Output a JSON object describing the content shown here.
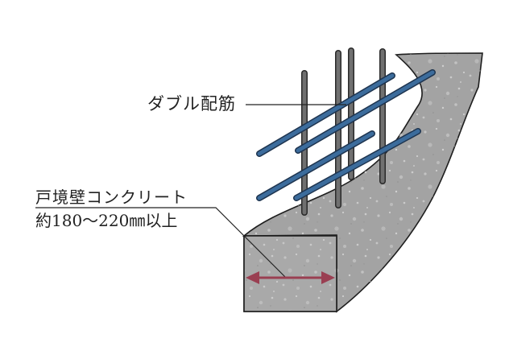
{
  "labels": {
    "rebar": "ダブル配筋",
    "wall_line1": "戸境壁コンクリート",
    "wall_line2": "約180〜220㎜以上"
  },
  "colors": {
    "concrete": "#a3a3a3",
    "concrete_front": "#a9a9a9",
    "rebar_vertical": "#6e6e6e",
    "rebar_horizontal": "#3c6c9c",
    "dimension_arrow": "#9a3f52",
    "leader_line": "#222222"
  },
  "icons": {
    "wall": "concrete-wall-section-icon",
    "rebar": "rebar-grid-icon",
    "arrow": "double-headed-arrow-icon"
  }
}
